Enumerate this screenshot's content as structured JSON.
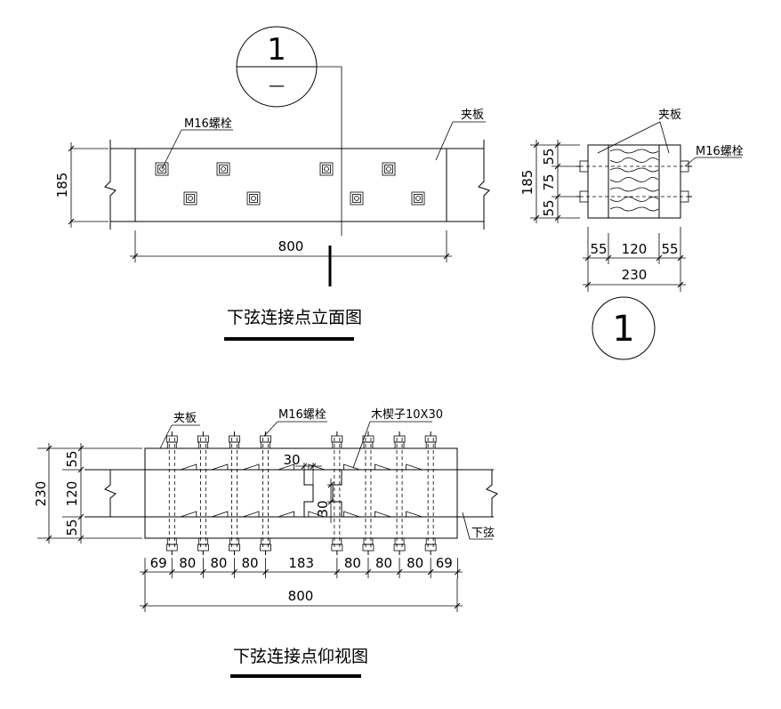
{
  "elevation": {
    "section_mark": {
      "number": "1",
      "sub": "—"
    },
    "bolt_label": "M16螺栓",
    "plate_label": "夹板",
    "height_dim": "185",
    "length_dim": "800",
    "title": "下弦连接点立面图"
  },
  "section": {
    "plate_label": "夹板",
    "bolt_label": "M16螺栓",
    "height_dim": "185",
    "vert_dims": [
      "55",
      "75",
      "55"
    ],
    "horiz_dims": [
      "55",
      "120",
      "55"
    ],
    "width_dim": "230",
    "number": "1"
  },
  "bottom": {
    "plate_label": "夹板",
    "bolt_label": "M16螺栓",
    "wedge_label": "木楔子10X30",
    "chord_label": "下弦",
    "height_dim": "230",
    "vert_dims": [
      "55",
      "120",
      "55"
    ],
    "gap_dims": [
      "30",
      "30"
    ],
    "spacing_dims": [
      "69",
      "80",
      "80",
      "80",
      "183",
      "80",
      "80",
      "80",
      "69"
    ],
    "length_dim": "800",
    "title": "下弦连接点仰视图"
  }
}
